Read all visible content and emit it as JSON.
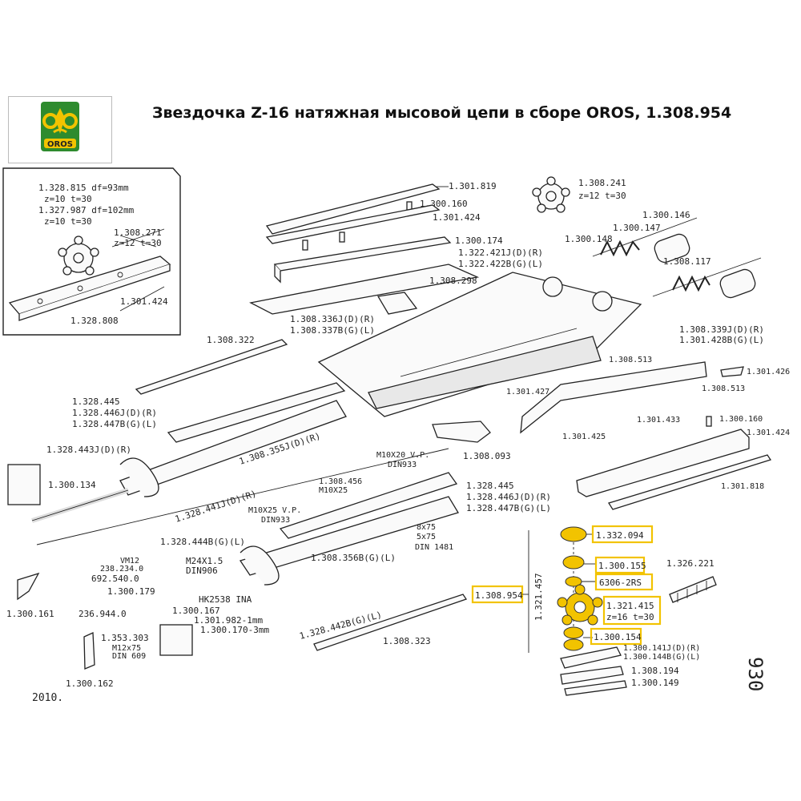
{
  "title": "Звездочка Z-16 натяжная мысовой цепи в сборе OROS, 1.308.954",
  "logo": {
    "text": "OROS",
    "green": "#2e8b2e",
    "yellow": "#f2c300"
  },
  "highlight_color": "#f2c300",
  "inset": {
    "lines": [
      "1.328.815  df=93mm",
      "z=10  t=30",
      "1.327.987  df=102mm",
      "z=10  t=30"
    ],
    "crossed": [
      "1.308.271",
      "z=12  t=30",
      "1.301.424"
    ],
    "bar": "1.328.808"
  },
  "labels": {
    "l1301819": "1.301.819",
    "l1300160a": "1.300.160",
    "l1301424a": "1.301.424",
    "l1300174": "1.300.174",
    "l1322421": "1.322.421J(D)(R)",
    "l1322422": "1.322.422B(G)(L)",
    "l1308298": "1.308.298",
    "l1308336": "1.308.336J(D)(R)",
    "l1308337": "1.308.337B(G)(L)",
    "l1308241": "1.308.241",
    "l1308241z": "z=12  t=30",
    "l1300146": "1.300.146",
    "l1300147": "1.300.147",
    "l1300148": "1.300.148",
    "l1308117": "1.308.117",
    "l1308322": "1.308.322",
    "l1308339": "1.308.339J(D)(R)",
    "l1301428": "1.301.428B(G)(L)",
    "l1308513a": "1.308.513",
    "l1301426": "1.301.426",
    "l1308513b": "1.308.513",
    "l1301427": "1.301.427",
    "l1301433": "1.301.433",
    "l1300160b": "1.300.160",
    "l1301424b": "1.301.424",
    "l1301425": "1.301.425",
    "l1328445a": "1.328.445",
    "l1328446a": "1.328.446J(D)(R)",
    "l1328447a": "1.328.447B(G)(L)",
    "l1328443": "1.328.443J(D)(R)",
    "l1308355": "1.308.355J(D)(R)",
    "l1300134": "1.300.134",
    "l1328441": "1.328.441J(D)(R)",
    "l1308093": "1.308.093",
    "l1301818": "1.301.818",
    "lM10x20": "M10X20 V.P.",
    "lDIN933a": "DIN933",
    "l1308456": "1.308.456",
    "lM10x25a": "M10X25",
    "l1328445b": "1.328.445",
    "l1328446b": "1.328.446J(D)(R)",
    "l1328447b": "1.328.447B(G)(L)",
    "lM10x25vp": "M10X25 V.P.",
    "lDIN933b": "DIN933",
    "l8x75": "8x75",
    "l5x75": "5x75",
    "lDIN1481": "DIN 1481",
    "l1328444": "1.328.444B(G)(L)",
    "l1308356": "1.308.356B(G)(L)",
    "lVM12": "VM12",
    "l238234": "238.234.0",
    "lM24": "M24X1.5",
    "lDIN906": "DIN906",
    "l692540": "692.540.0",
    "l1300179": "1.300.179",
    "lHK2538": "HK2538 INA",
    "l236944": "236.944.0",
    "l1300167": "1.300.167",
    "l1301982": "1.301.982-1mm",
    "l1300170": "1.300.170-3mm",
    "l1328442": "1.328.442B(G)(L)",
    "l1308323": "1.308.323",
    "l1300161": "1.300.161",
    "l1353303": "1.353.303",
    "lM12x75": "M12x75",
    "lDIN609": "DIN 609",
    "l1300162": "1.300.162",
    "l2010": "2010.",
    "l1326221": "1.326.221",
    "l1300141": "1.300.141J(D)(R)",
    "l1300144": "1.300.144B(G)(L)",
    "l1308194": "1.308.194",
    "l1300149": "1.300.149",
    "l1321457": "1.321.457",
    "lpage": "930"
  },
  "highlighted": {
    "h1332094": "1.332.094",
    "h1300155": "1.300.155",
    "h6306": "6306-2RS",
    "h1308954": "1.308.954",
    "h1321415": "1.321.415",
    "h1321415z": "z=16  t=30",
    "h1300154": "1.300.154"
  }
}
